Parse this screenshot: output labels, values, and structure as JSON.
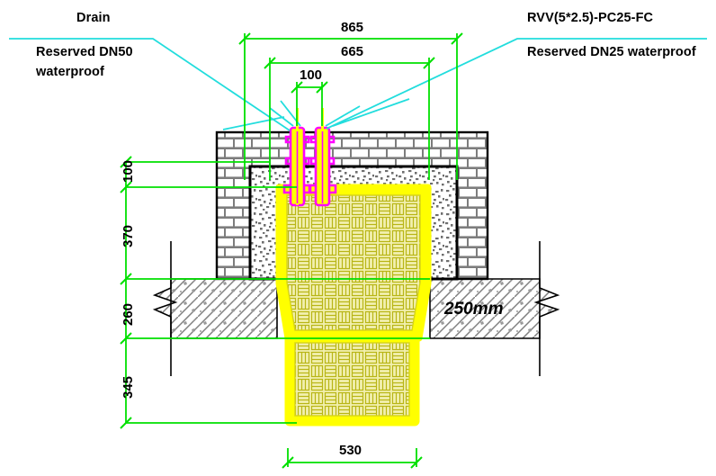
{
  "drawing": {
    "title": "Waterproof floor drain / pipe penetration construction detail",
    "colors": {
      "dimension": "#00e000",
      "leader": "#22dddd",
      "pipe": "#ff00ff",
      "pipe_core": "#ffff00",
      "waterproof": "#ffff00",
      "outline": "#000000",
      "hatch_grey": "#808080"
    }
  },
  "annotations": {
    "left": {
      "title": "Drain",
      "line1": "Reserved DN50",
      "line2": "waterproof"
    },
    "right": {
      "title": "RVV(5*2.5)-PC25-FC",
      "line1": "Reserved DN25 waterproof"
    },
    "slab_note": "250mm"
  },
  "dimensions": {
    "horizontal_top": [
      {
        "name": "overall-width",
        "value": "865"
      },
      {
        "name": "inner-width",
        "value": "665"
      },
      {
        "name": "pipe-spacing",
        "value": "100"
      }
    ],
    "vertical_left": [
      {
        "name": "curb-top",
        "value": "100"
      },
      {
        "name": "basin-depth",
        "value": "370"
      },
      {
        "name": "slab-thickness",
        "value": "260"
      },
      {
        "name": "drop-below-slab",
        "value": "345"
      }
    ],
    "horizontal_bottom": [
      {
        "name": "sump-width",
        "value": "530"
      }
    ]
  },
  "components": [
    {
      "name": "brick-masonry-wall",
      "hatch": "running-bond-brick"
    },
    {
      "name": "gravel-fill",
      "hatch": "speckled-aggregate"
    },
    {
      "name": "waterproof-membrane-basin",
      "hatch": "basket-weave"
    },
    {
      "name": "concrete-slab",
      "hatch": "diagonal-concrete"
    },
    {
      "name": "waterproof-membrane-sump",
      "hatch": "basket-weave"
    },
    {
      "name": "drain-pipe-left",
      "color": "#ff00ff"
    },
    {
      "name": "drain-pipe-right",
      "color": "#ff00ff"
    }
  ]
}
